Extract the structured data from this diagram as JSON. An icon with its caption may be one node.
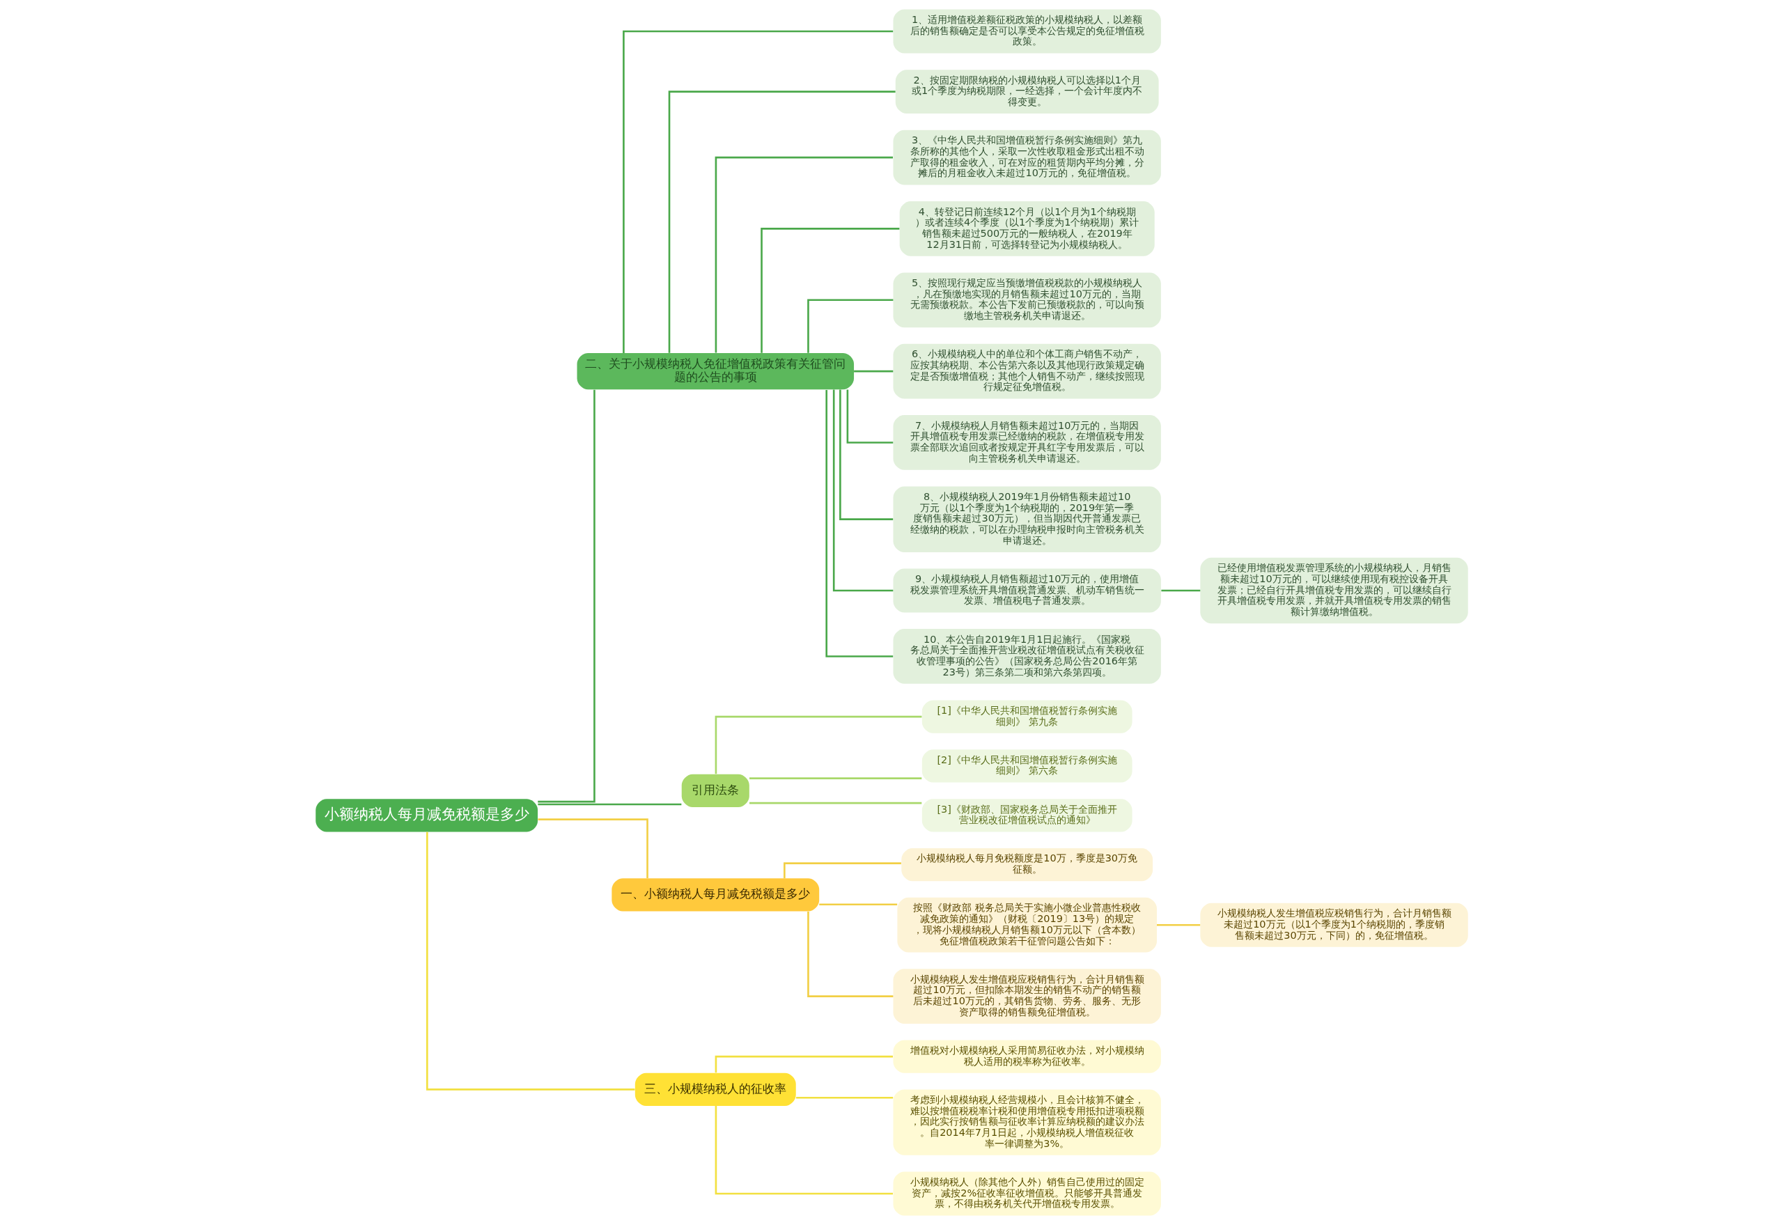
{
  "diagram": {
    "nodes": [
      {
        "text": [
          "小额纳税人每月减免税额是多少"
        ]
      },
      {
        "text": [
          "二、关于小规模纳税人免征增值税政策有关征管问题的公告的事项"
        ]
      },
      {
        "text": [
          "1、适用增值税差额征税政策的小规模纳税人，以差额后的销售额确定是否可以享受本公告规定的免征增值税政策。"
        ]
      },
      {
        "text": [
          "2、按固定期限纳税的小规模纳税人可以选择以1个月或1个季度为纳税期限，一经选择，一个会计年度内不得变更。"
        ]
      },
      {
        "text": [
          "3、《中华人民共和国增值税暂行条例实施细则》第九条所称的其他个人，采取一次性收取租金形式出租不动产取得的租金收入，可在对应的租赁期内平均分摊，分摊后的月租金收入未超过10万元的，免征增值税。"
        ]
      },
      {
        "text": [
          "4、转登记日前连续12个月（以1个月为1个纳税期）或者连续4个季度（以1个季度为1个纳税期）累计销售额未超过500万元的一般纳税人，在2019年12月31日前，可选择转登记为小规模纳税人。"
        ]
      },
      {
        "text": [
          "5、按照现行规定应当预缴增值税税款的小规模纳税人，凡在预缴地实现的月销售额未超过10万元的，当期无需预缴税款。本公告下发前已预缴税款的，可以向预缴地主管税务机关申请退还。"
        ]
      },
      {
        "text": [
          "6、小规模纳税人中的单位和个体工商户销售不动产，应按其纳税期、本公告第六条以及其他现行政策规定确定是否预缴增值税；其他个人销售不动产，继续按照现行规定征免增值税。"
        ]
      },
      {
        "text": [
          "7、小规模纳税人月销售额未超过10万元的，当期因开具增值税专用发票已经缴纳的税款，在增值税专用发票全部联次追回或者按规定开具红字专用发票后，可以向主管税务机关申请退还。"
        ]
      },
      {
        "text": [
          "8、小规模纳税人2019年1月份销售额未超过10万元（以1个季度为1个纳税期的，2019年第一季度销售额未超过30万元），但当期因代开普通发票已经缴纳的税款，可以在办理纳税申报时向主管税务机关申请退还。"
        ]
      },
      {
        "text": [
          "9、小规模纳税人月销售额超过10万元的，使用增值税发票管理系统开具增值税普通发票、机动车销售统一发票、增值税电子普通发票。"
        ]
      },
      {
        "text": [
          "10、本公告自2019年1月1日起施行。《国家税务总局关于全面推开营业税改征增值税试点有关税收征收管理事项的公告》（国家税务总局公告2016年第23号）第三条第二项和第六条第四项。"
        ]
      },
      {
        "text": [
          "已经使用增值税发票管理系统的小规模纳税人，月销售额未超过10万元的，可以继续使用现有税控设备开具发票；已经自行开具增值税专用发票的，可以继续自行开具增值税专用发票，并就开具增值税专用发票的销售额计算缴纳增值税。"
        ]
      },
      {
        "text": [
          "引用法条"
        ]
      },
      {
        "text": [
          "[1]《中华人民共和国增值税暂行条例实施细则》 第九条"
        ]
      },
      {
        "text": [
          "[2]《中华人民共和国增值税暂行条例实施细则》 第六条"
        ]
      },
      {
        "text": [
          "[3]《财政部、国家税务总局关于全面推开营业税改征增值税试点的通知》"
        ]
      },
      {
        "text": [
          "一、小额纳税人每月减免税额是多少"
        ]
      },
      {
        "text": [
          "小规模纳税人每月免税额度是10万，季度是30万免征额。"
        ]
      },
      {
        "text": [
          "按照《财政部 税务总局关于实施小微企业普惠性税收减免政策的通知》（财税〔2019〕13号）的规定，现将小规模纳税人月销售额10万元以下（含本数）免征增值税政策若干征管问题公告如下："
        ]
      },
      {
        "text": [
          "小规模纳税人发生增值税应税销售行为，合计月销售额未超过10万元（以1个季度为1个纳税期的，季度销售额未超过30万元，下同）的，免征增值税。"
        ]
      },
      {
        "text": [
          "小规模纳税人发生增值税应税销售行为，合计月销售额超过10万元，但扣除本期发生的销售不动产的销售额后未超过10万元的，其销售货物、劳务、服务、无形资产取得的销售额免征增值税。"
        ]
      },
      {
        "text": [
          "三、小规模纳税人的征收率"
        ]
      },
      {
        "text": [
          "增值税对小规模纳税人采用简易征收办法，对小规模纳税人适用的税率称为征收率。"
        ]
      },
      {
        "text": [
          "考虑到小规模纳税人经营规模小，且会计核算不健全，难以按增值税税率计税和使用增值税专用抵扣进项税额，因此实行按销售额与征收率计算应纳税额的建议办法。自2014年7月1日起，小规模纳税人增值税征收率一律调整为3%。"
        ]
      },
      {
        "text": [
          "小规模纳税人（除其他个人外）销售自己使用过的固定资产，减按2%征收率征收增值税。只能够开具普通发票，不得由税务机关代开增值税专用发票。"
        ]
      }
    ],
    "edges": [
      {
        "from": 0,
        "to": 1,
        "arrow": "none"
      },
      {
        "from": 1,
        "to": 2,
        "arrow": "none"
      },
      {
        "from": 1,
        "to": 3,
        "arrow": "none"
      },
      {
        "from": 1,
        "to": 4,
        "arrow": "none"
      },
      {
        "from": 1,
        "to": 5,
        "arrow": "none"
      },
      {
        "from": 1,
        "to": 6,
        "arrow": "none"
      },
      {
        "from": 1,
        "to": 7,
        "arrow": "none"
      },
      {
        "from": 1,
        "to": 8,
        "arrow": "none"
      },
      {
        "from": 1,
        "to": 9,
        "arrow": "none"
      },
      {
        "from": 1,
        "to": 10,
        "arrow": "none"
      },
      {
        "from": 1,
        "to": 11,
        "arrow": "none"
      },
      {
        "from": 10,
        "to": 12,
        "arrow": "none"
      },
      {
        "from": 0,
        "to": 13,
        "arrow": "none"
      },
      {
        "from": 13,
        "to": 14,
        "arrow": "none",
        "color": "#a8d86a"
      },
      {
        "from": 13,
        "to": 15,
        "arrow": "none",
        "color": "#a8d86a"
      },
      {
        "from": 13,
        "to": 16,
        "arrow": "none",
        "color": "#a8d86a"
      },
      {
        "from": 0,
        "to": 17,
        "arrow": "none",
        "color": "#f2cf45"
      },
      {
        "from": 17,
        "to": 18,
        "arrow": "none",
        "color": "#f2cf45"
      },
      {
        "from": 17,
        "to": 19,
        "arrow": "none",
        "color": "#f2cf45"
      },
      {
        "from": 19,
        "to": 20,
        "arrow": "none",
        "color": "#f2cf45"
      },
      {
        "from": 17,
        "to": 21,
        "arrow": "none",
        "color": "#f2cf45"
      },
      {
        "from": 0,
        "to": 22,
        "arrow": "none",
        "color": "#f2e040"
      },
      {
        "from": 22,
        "to": 23,
        "arrow": "none",
        "color": "#f2e040"
      },
      {
        "from": 22,
        "to": 24,
        "arrow": "none",
        "color": "#f2e040"
      },
      {
        "from": 22,
        "to": 25,
        "arrow": "none",
        "color": "#f2e040"
      }
    ]
  }
}
